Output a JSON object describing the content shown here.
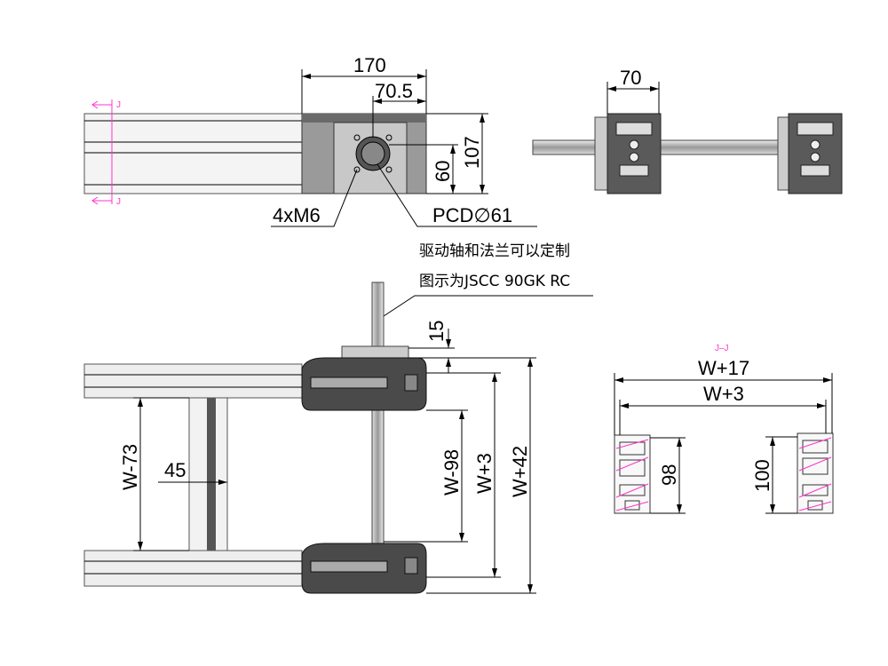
{
  "top_view": {
    "dim_total": "170",
    "dim_center": "70.5",
    "dim_height": "107",
    "dim_hole": "60",
    "label_holes": "4xM6",
    "label_pcd": "PCD∅61",
    "section_mark": "J"
  },
  "side_view": {
    "dim_width": "70"
  },
  "note": {
    "line1": "驱动轴和法兰可以定制",
    "line2": "图示为JSCC 90GK RC"
  },
  "plan_view": {
    "dim_flange": "15",
    "dim_inner": "W-73",
    "dim_support": "45",
    "dim_w98": "W-98",
    "dim_w3": "W+3",
    "dim_w42": "W+42"
  },
  "section": {
    "title": "J–J",
    "dim_outer": "W+17",
    "dim_inner": "W+3",
    "dim_left_h": "98",
    "dim_right_h": "100"
  },
  "colors": {
    "accent": "#ff33cc",
    "housing": "#9a9a9a",
    "head": "#4a4a4a"
  }
}
